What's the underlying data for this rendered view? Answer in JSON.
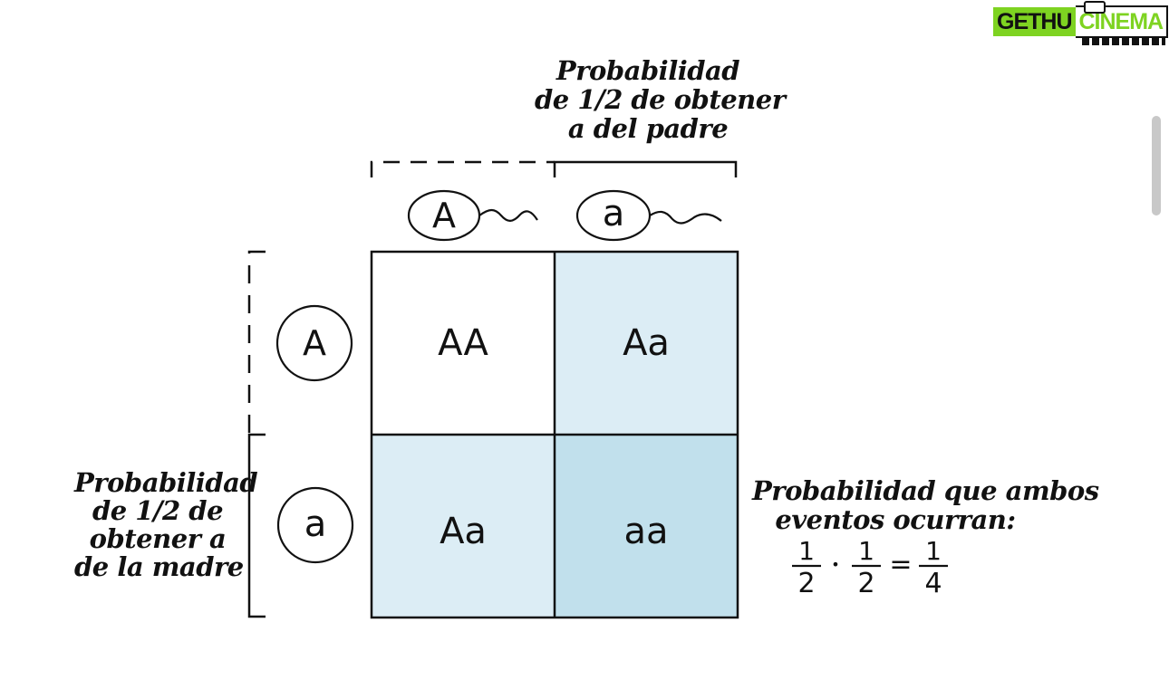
{
  "logo": {
    "part1": "GETHU",
    "part2": "CINEMA"
  },
  "father_note": [
    "Probabilidad",
    "de 1/2  de obtener",
    "a del padre"
  ],
  "mother_note": [
    "Probabilidad",
    "de 1/2  de",
    "obtener  a",
    "de la madre"
  ],
  "both_note": [
    "Probabilidad que ambos",
    "eventos ocurran:"
  ],
  "formula": {
    "n1": "1",
    "d1": "2",
    "dot": "•",
    "n2": "1",
    "d2": "2",
    "eq": "=",
    "n3": "1",
    "d3": "4"
  },
  "father_alleles": [
    "A",
    "a"
  ],
  "mother_alleles": [
    "A",
    "a"
  ],
  "punnett": [
    [
      "AA",
      "Aa"
    ],
    [
      "Aa",
      "aa"
    ]
  ],
  "colors": {
    "cell_white": "#ffffff",
    "cell_light": "#dcedf5",
    "cell_dark": "#c1e0ec",
    "line": "#111111",
    "logo_green": "#7ed321"
  }
}
